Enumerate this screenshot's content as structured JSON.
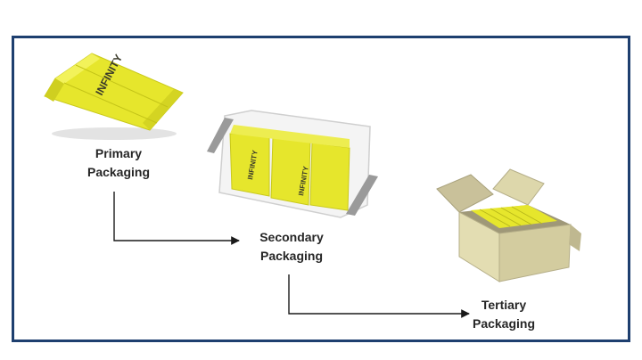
{
  "stages": [
    {
      "id": "primary",
      "line1": "Primary",
      "line2": "Packaging",
      "icon": "pouch-icon"
    },
    {
      "id": "secondary",
      "line1": "Secondary",
      "line2": "Packaging",
      "icon": "shrink-wrap-bundle-icon"
    },
    {
      "id": "tertiary",
      "line1": "Tertiary",
      "line2": "Packaging",
      "icon": "open-box-icon"
    }
  ],
  "brand_text": "INFINITY",
  "colors": {
    "frame": "#1e3f6f",
    "product": "#e6e62c",
    "carton": "#d9d3a6",
    "arrow": "#1a1a1a",
    "label": "#262626"
  }
}
